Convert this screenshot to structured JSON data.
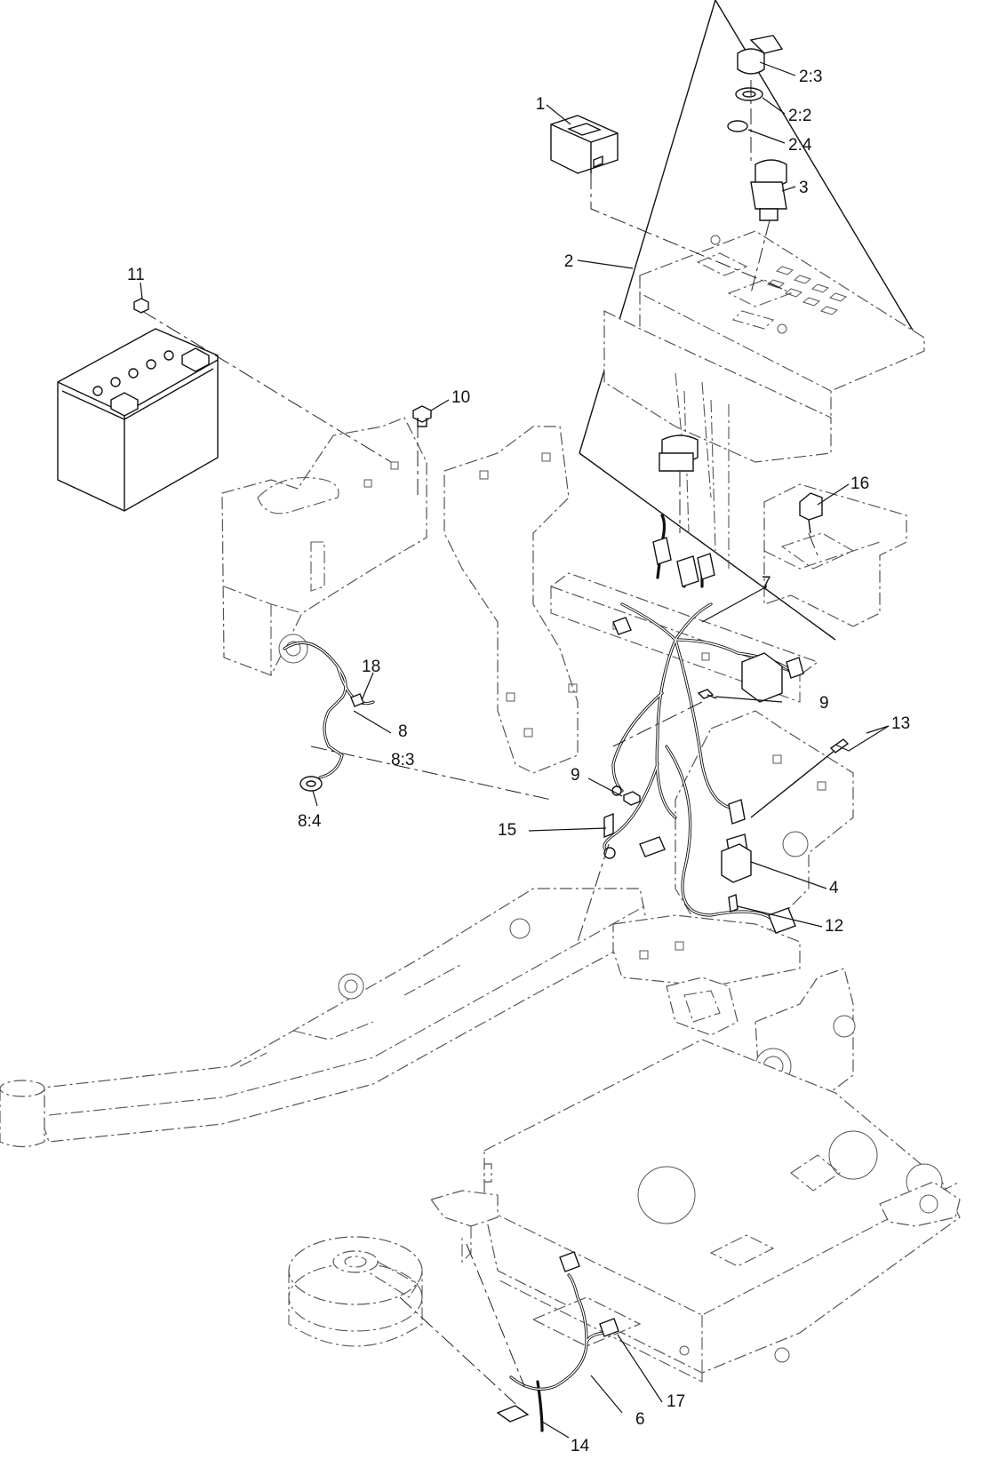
{
  "callouts": {
    "c1": "1",
    "c2": "2",
    "c2_2": "2:2",
    "c2_3": "2:3",
    "c2_4": "2:4",
    "c3": "3",
    "c4": "4",
    "c6": "6",
    "c7": "7",
    "c8": "8",
    "c8_3": "8:3",
    "c8_4": "8:4",
    "c9a": "9",
    "c9b": "9",
    "c10": "10",
    "c11": "11",
    "c12": "12",
    "c13": "13",
    "c14": "14",
    "c15": "15",
    "c16": "16",
    "c17": "17",
    "c18": "18"
  }
}
